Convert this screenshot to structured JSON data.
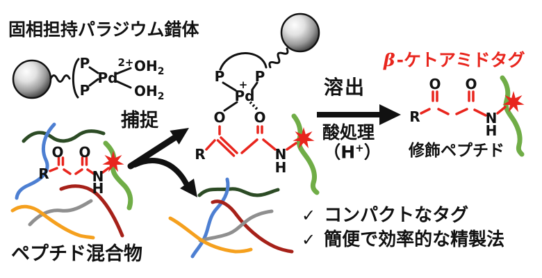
{
  "colors": {
    "red": "#e8251d",
    "dark_green": "#2c4b25",
    "blue": "#4d7fd2",
    "light_green": "#70ad47",
    "dark_red": "#a62119",
    "gray": "#8f8f8f",
    "orange": "#f5a01e",
    "black": "#111111"
  },
  "labels": {
    "support_title": "固相担持パラジウム錯体",
    "capture": "捕捉",
    "elution": "溶出",
    "acid_treatment": "酸処理",
    "acid_open": "（H",
    "acid_sup": "+",
    "acid_close": "）",
    "tag_beta": "β",
    "tag_rest": "-ケトアミドタグ",
    "modified_peptide": "修飾ペプチド",
    "peptide_mixture": "ペプチド混合物"
  },
  "checklist": {
    "check": "✓",
    "items": [
      {
        "text": "コンパクトなタグ"
      },
      {
        "text": "簡便で効率的な精製法"
      }
    ]
  },
  "atoms": {
    "p": "P",
    "pd": "Pd",
    "o": "O",
    "n": "N",
    "h": "H",
    "r": "R",
    "oh": "OH",
    "sub_two": "2",
    "charge_two_plus": "2+",
    "charge_plus": "+"
  }
}
